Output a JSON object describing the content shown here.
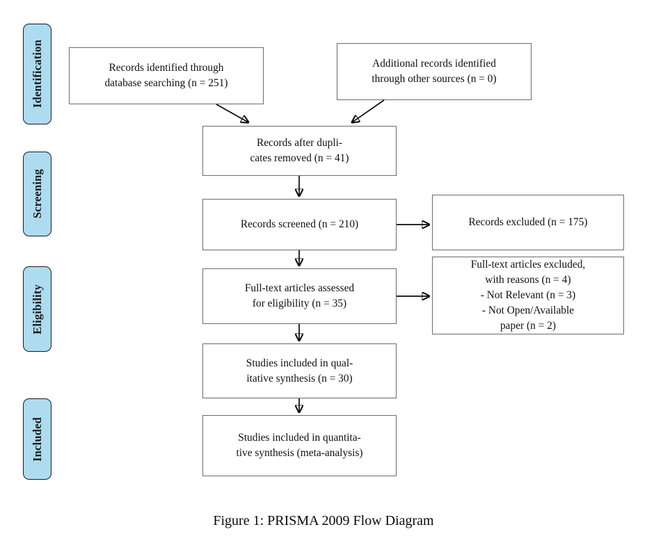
{
  "figure": {
    "caption": "Figure 1: PRISMA 2009 Flow Diagram",
    "accent_color": "#addbf0",
    "box_border_color": "#6b6b6b",
    "arrow_color": "#0a0a0a"
  },
  "stages": [
    {
      "id": "identification",
      "label": "Identification"
    },
    {
      "id": "screening",
      "label": "Screening"
    },
    {
      "id": "eligibility",
      "label": "Eligibility"
    },
    {
      "id": "included",
      "label": "Included"
    }
  ],
  "boxes": [
    {
      "id": "records-identified-database",
      "stage": "identification",
      "text": "Records identified through\ndatabase searching (n = 251)",
      "count": 251
    },
    {
      "id": "records-identified-other",
      "stage": "identification",
      "text": "Additional records identified\nthrough other sources (n = 0)",
      "count": 0
    },
    {
      "id": "records-after-duplicates",
      "stage": "identification",
      "text": "Records after dupli-\ncates removed (n = 41)",
      "count": 41
    },
    {
      "id": "records-screened",
      "stage": "screening",
      "text": "Records screened (n = 210)",
      "count": 210
    },
    {
      "id": "records-excluded",
      "stage": "screening",
      "text": "Records excluded (n = 175)",
      "count": 175
    },
    {
      "id": "fulltext-assessed",
      "stage": "eligibility",
      "text": "Full-text articles assessed\nfor eligibility (n = 35)",
      "count": 35
    },
    {
      "id": "fulltext-excluded",
      "stage": "eligibility",
      "text": "Full-text articles excluded,\nwith reasons (n = 4)\n- Not Relevant (n = 3)\n- Not Open/Available\npaper (n = 2)",
      "count": 4,
      "reasons": [
        {
          "label": "Not Relevant",
          "count": 3
        },
        {
          "label": "Not Open/Available paper",
          "count": 2
        }
      ]
    },
    {
      "id": "qualitative-synthesis",
      "stage": "included",
      "text": "Studies included in qual-\nitative synthesis (n = 30)",
      "count": 30
    },
    {
      "id": "quantitative-synthesis",
      "stage": "included",
      "text": "Studies included in quantita-\ntive synthesis (meta-analysis)",
      "count": null
    }
  ]
}
